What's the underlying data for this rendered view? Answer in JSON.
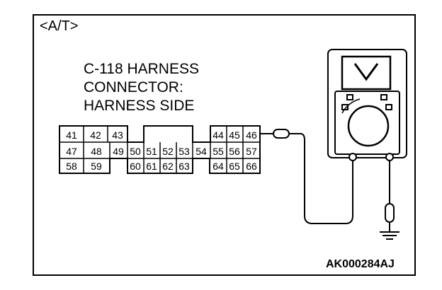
{
  "title": "<A/T>",
  "harness": {
    "line1": "C-118 HARNESS",
    "line2": "CONNECTOR:",
    "line3": "HARNESS SIDE"
  },
  "figure_code": "AK000284AJ",
  "pins": {
    "row1": [
      "41",
      "42",
      "43",
      "44",
      "45",
      "46"
    ],
    "row2": [
      "47",
      "48",
      "49",
      "50",
      "51",
      "52",
      "53",
      "54",
      "55",
      "56",
      "57"
    ],
    "row3": [
      "58",
      "59",
      "60",
      "61",
      "62",
      "63",
      "64",
      "65",
      "66"
    ]
  },
  "icons": [
    "voltmeter-icon",
    "ground-icon",
    "probe-icon"
  ]
}
